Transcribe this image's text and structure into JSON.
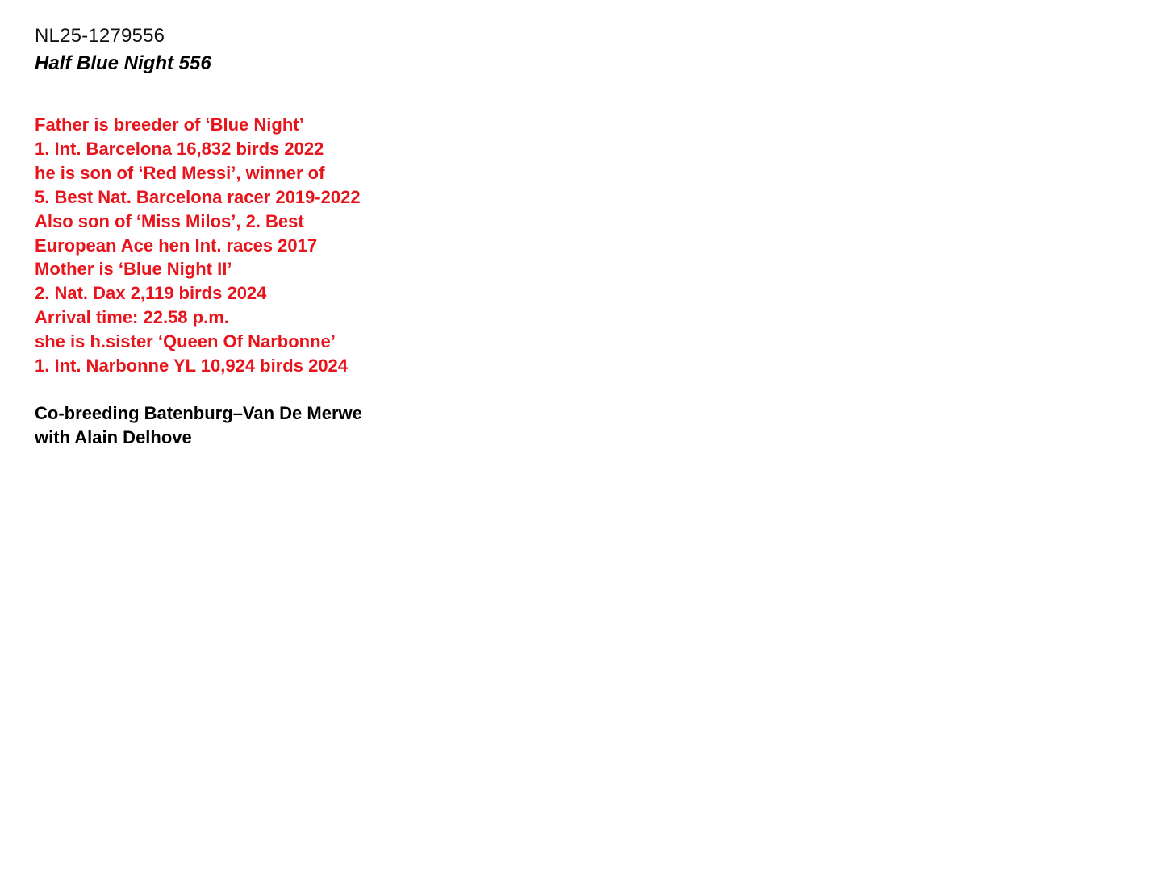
{
  "header": {
    "ring_number": "NL25-1279556",
    "pigeon_name": "Half Blue Night 556"
  },
  "pedigree": {
    "lines": [
      "Father is breeder of ‘Blue Night’",
      "1. Int. Barcelona 16,832 birds 2022",
      "he is son of ‘Red Messi’, winner of",
      "5. Best Nat. Barcelona racer 2019-2022",
      "Also son of ‘Miss Milos’, 2. Best",
      "European Ace hen Int. races 2017",
      "Mother is ‘Blue Night II’",
      "2. Nat. Dax 2,119 birds 2024",
      "Arrival time: 22.58 p.m.",
      "she is h.sister ‘Queen Of Narbonne’",
      "1. Int. Narbonne YL 10,924 birds 2024"
    ]
  },
  "breeding": {
    "lines": [
      "Co-breeding Batenburg–Van De Merwe",
      "with Alain Delhove"
    ]
  },
  "colors": {
    "pedigree_text": "#e8141b",
    "body_text": "#000000",
    "background": "#ffffff"
  }
}
